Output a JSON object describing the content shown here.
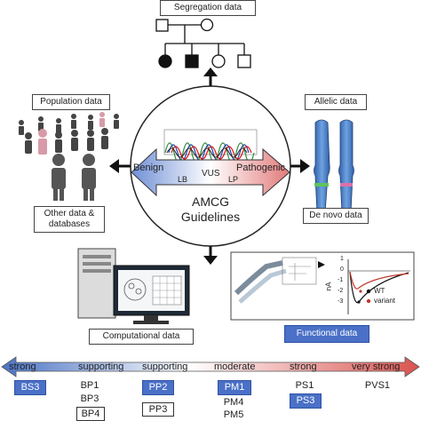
{
  "labels": {
    "segregation": "Segregation data",
    "population": "Population data",
    "allelic": "Allelic data",
    "other": "Other data & databases",
    "other_line1": "Other data &",
    "other_line2": "databases",
    "denovo": "De novo data",
    "computational": "Computational data",
    "functional": "Functional data"
  },
  "center": {
    "benign": "Benign",
    "vus": "VUS",
    "pathogenic": "Pathogenic",
    "lb": "LB",
    "lp": "LP",
    "amcg": "AMCG",
    "guidelines": "Guidelines"
  },
  "functional_plot": {
    "ylabel": "nA",
    "ticks": [
      "1",
      "0",
      "-1",
      "-2",
      "-3"
    ],
    "legend": [
      {
        "name": "WT",
        "color": "#111111"
      },
      {
        "name": "variant",
        "color": "#c0392b"
      }
    ]
  },
  "scale": {
    "levels": [
      "strong",
      "supporting",
      "supporting",
      "moderate",
      "strong",
      "very strong"
    ],
    "colors": {
      "benign_end": "#4a72c4",
      "mid": "#ffffff",
      "pathogenic_end": "#d9534f"
    }
  },
  "criteria": {
    "bs3": "BS3",
    "bp1": "BP1",
    "bp3": "BP3",
    "bp4": "BP4",
    "pp2": "PP2",
    "pp3": "PP3",
    "pm1": "PM1",
    "pm4": "PM4",
    "pm5": "PM5",
    "ps1": "PS1",
    "ps3": "PS3",
    "pvs1": "PVS1"
  }
}
